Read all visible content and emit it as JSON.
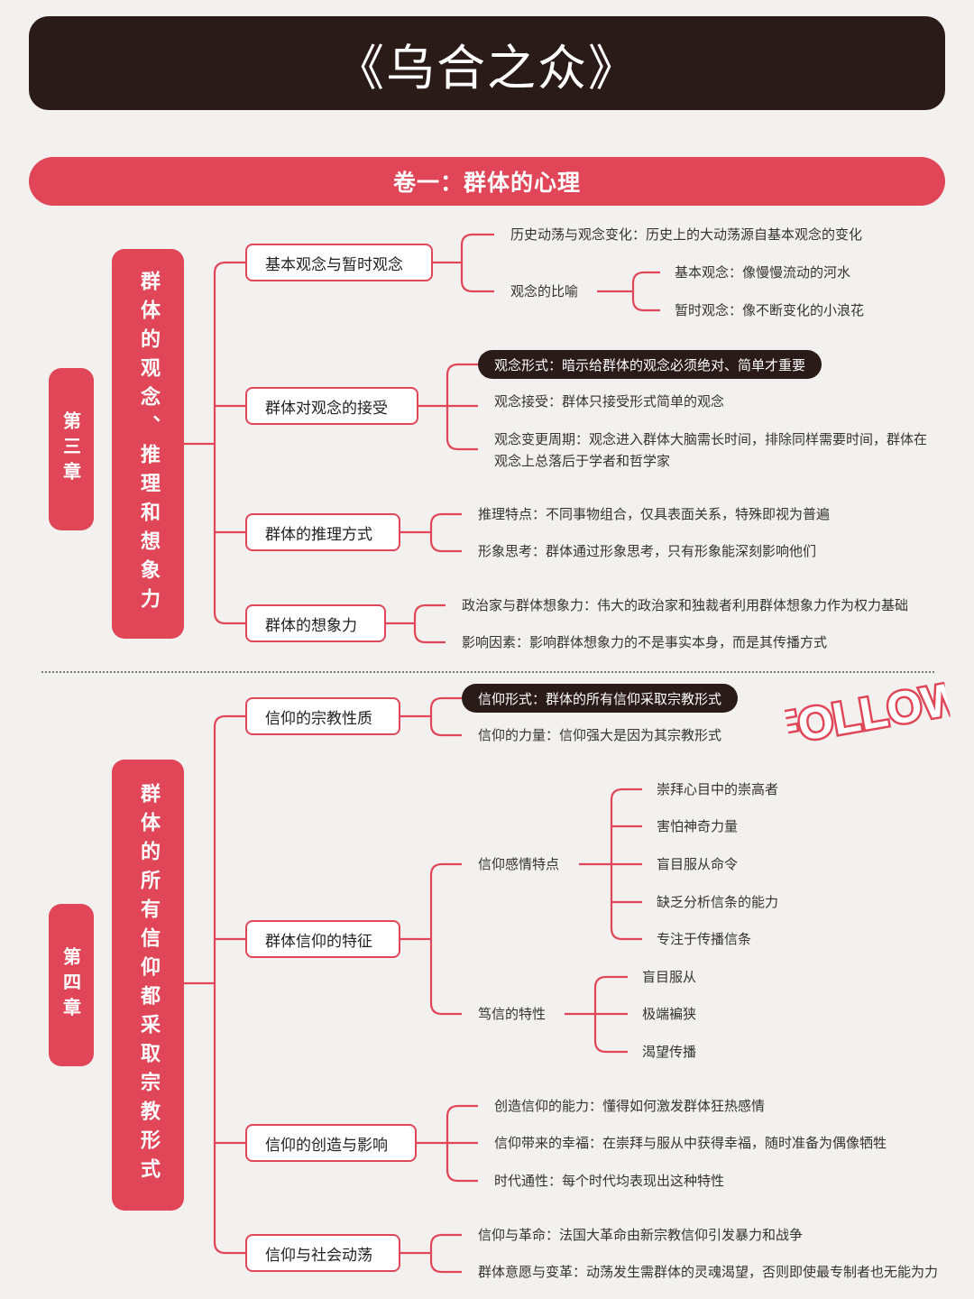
{
  "title": "《乌合之众》",
  "section": "卷一：群体的心理",
  "chapters": [
    {
      "label": "第三章",
      "theme": "群体的观念、推理和想象力",
      "nodes": [
        {
          "label": "基本观念与暂时观念",
          "items": [
            "历史动荡与观念变化：历史上的大动荡源自基本观念的变化",
            "观念的比喻"
          ],
          "sub_items": [
            "基本观念：像慢慢流动的河水",
            "暂时观念：像不断变化的小浪花"
          ]
        },
        {
          "label": "群体对观念的接受",
          "items": [
            "观念形式：暗示给群体的观念必须绝对、简单才重要",
            "观念接受：群体只接受形式简单的观念",
            "观念变更周期：观念进入群体大脑需长时间，排除同样需要时间，群体在观念上总落后于学者和哲学家"
          ]
        },
        {
          "label": "群体的推理方式",
          "items": [
            "推理特点：不同事物组合，仅具表面关系，特殊即视为普遍",
            "形象思考：群体通过形象思考，只有形象能深刻影响他们"
          ]
        },
        {
          "label": "群体的想象力",
          "items": [
            "政治家与群体想象力：伟大的政治家和独裁者利用群体想象力作为权力基础",
            "影响因素：影响群体想象力的不是事实本身，而是其传播方式"
          ]
        }
      ]
    },
    {
      "label": "第四章",
      "theme": "群体的所有信仰都采取宗教形式",
      "nodes": [
        {
          "label": "信仰的宗教性质",
          "items": [
            "信仰形式：群体的所有信仰采取宗教形式",
            "信仰的力量：信仰强大是因为其宗教形式"
          ]
        },
        {
          "label": "群体信仰的特征",
          "items": [
            "信仰感情特点",
            "笃信的特性"
          ],
          "emotion_items": [
            "崇拜心目中的崇高者",
            "害怕神奇力量",
            "盲目服从命令",
            "缺乏分析信条的能力",
            "专注于传播信条"
          ],
          "devotion_items": [
            "盲目服从",
            "极端褊狭",
            "渴望传播"
          ]
        },
        {
          "label": "信仰的创造与影响",
          "items": [
            "创造信仰的能力：懂得如何激发群体狂热感情",
            "信仰带来的幸福：在崇拜与服从中获得幸福，随时准备为偶像牺牲",
            "时代通性：每个时代均表现出这种特性"
          ]
        },
        {
          "label": "信仰与社会动荡",
          "items": [
            "信仰与革命：法国大革命由新宗教信仰引发暴力和战争",
            "群体意愿与变革：动荡发生需群体的灵魂渴望，否则即使最专制者也无能为力"
          ]
        }
      ]
    }
  ],
  "stamp": "FOLLOW",
  "colors": {
    "accent": "#e04657",
    "dark": "#2a1a18",
    "background": "#f2f1ef"
  }
}
